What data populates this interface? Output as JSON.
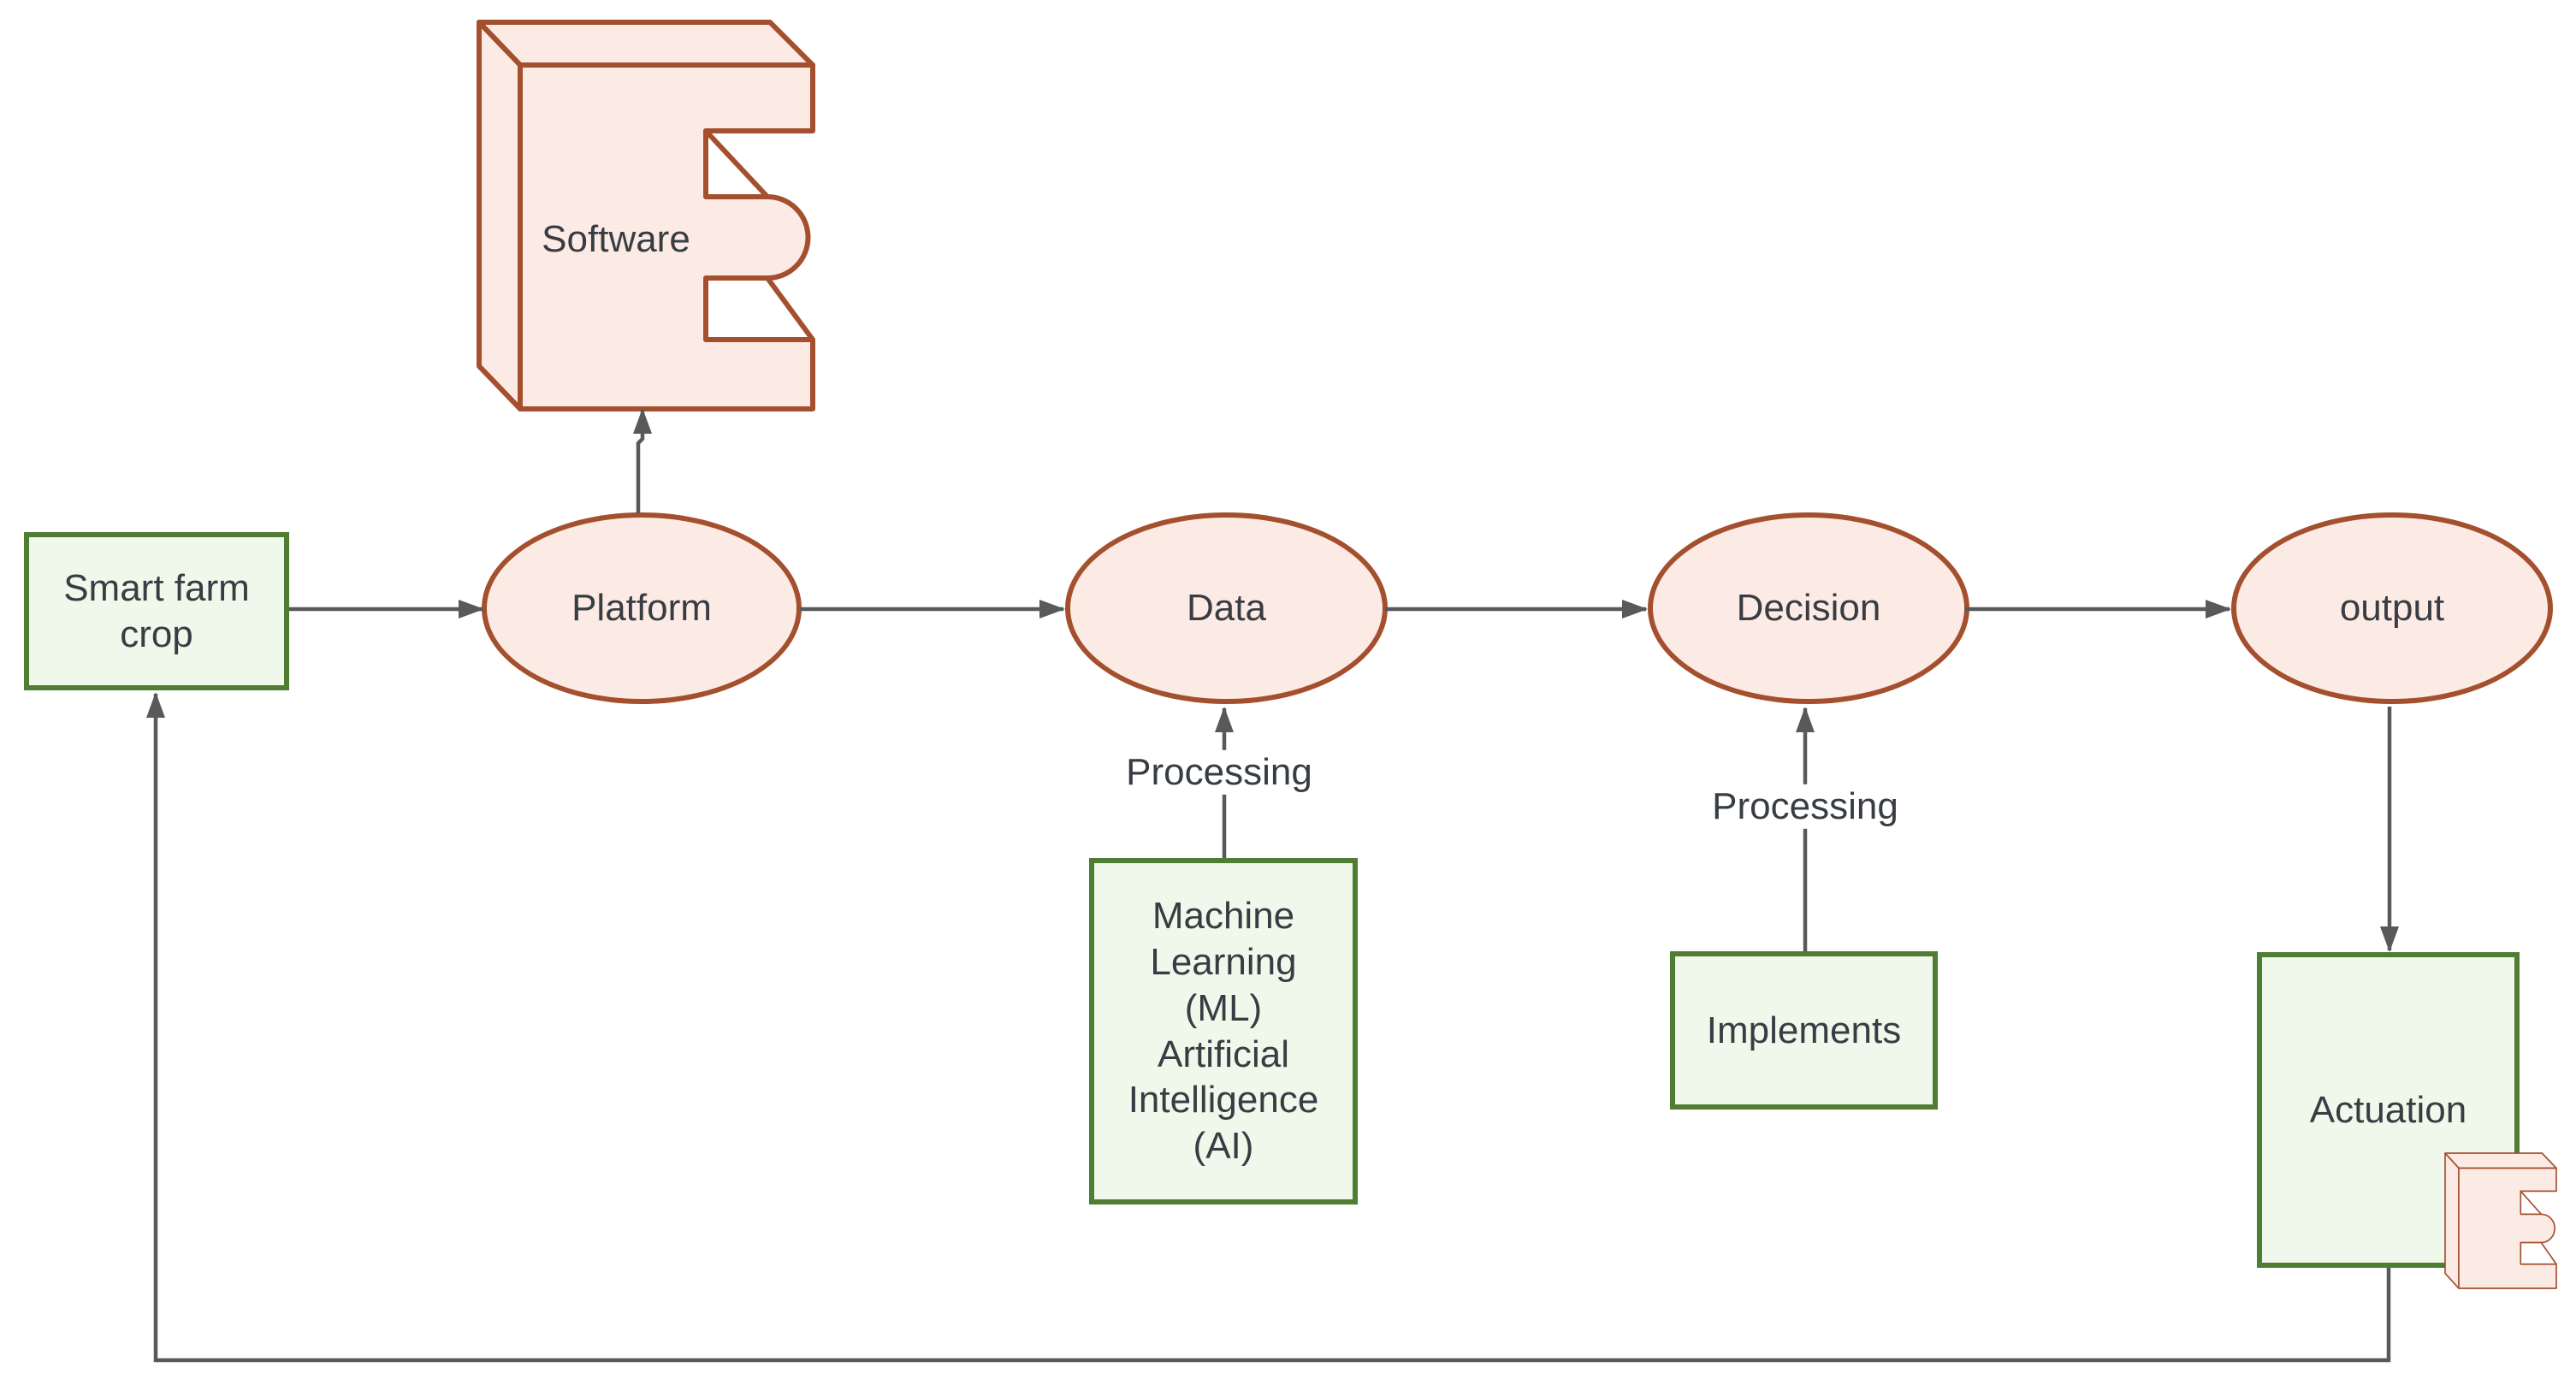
{
  "diagram": {
    "title": "Smart farm crop AI/ML processing flow",
    "colors": {
      "node_pink_fill": "#fcebe4",
      "node_pink_stroke": "#a4502f",
      "node_green_fill": "#f0f8eb",
      "node_green_stroke": "#4f7d33",
      "edge_stroke": "#58595b",
      "text_color": "#383d43",
      "canvas_bg": "#ffffff"
    },
    "nodes": {
      "smart_farm_crop": {
        "label": "Smart farm\ncrop",
        "shape": "rectangle",
        "theme": "green"
      },
      "software": {
        "label": "Software",
        "shape": "software-3d-e",
        "theme": "pink"
      },
      "platform": {
        "label": "Platform",
        "shape": "ellipse",
        "theme": "pink"
      },
      "data": {
        "label": "Data",
        "shape": "ellipse",
        "theme": "pink"
      },
      "decision": {
        "label": "Decision",
        "shape": "ellipse",
        "theme": "pink"
      },
      "output": {
        "label": "output",
        "shape": "ellipse",
        "theme": "pink"
      },
      "machine_learning": {
        "label": "Machine\nLearning\n(ML)\nArtificial\nIntelligence\n(AI)",
        "shape": "rectangle",
        "theme": "green"
      },
      "implements": {
        "label": "Implements",
        "shape": "rectangle",
        "theme": "green"
      },
      "actuation": {
        "label": "Actuation",
        "shape": "rectangle",
        "theme": "green"
      }
    },
    "edges": [
      {
        "from": "smart_farm_crop",
        "to": "platform",
        "label": ""
      },
      {
        "from": "platform",
        "to": "software",
        "label": ""
      },
      {
        "from": "platform",
        "to": "data",
        "label": ""
      },
      {
        "from": "data",
        "to": "decision",
        "label": ""
      },
      {
        "from": "decision",
        "to": "output",
        "label": ""
      },
      {
        "from": "machine_learning",
        "to": "data",
        "label": "Processing"
      },
      {
        "from": "implements",
        "to": "decision",
        "label": "Processing"
      },
      {
        "from": "output",
        "to": "actuation",
        "label": ""
      },
      {
        "from": "actuation",
        "to": "smart_farm_crop",
        "label": ""
      }
    ],
    "edge_labels": {
      "ml_to_data": "Processing",
      "implements_to_decision": "Processing"
    }
  }
}
